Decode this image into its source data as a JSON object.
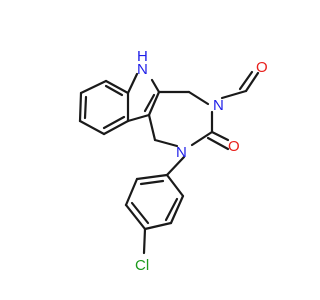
{
  "molecule": {
    "atoms": {
      "nh": {
        "text": "N",
        "sub": "H",
        "color": "#1f1fe8"
      },
      "n1": {
        "text": "N",
        "color": "#1f1fe8"
      },
      "n3": {
        "text": "N",
        "color": "#1f1fe8"
      },
      "o_carbonyl": {
        "text": "O",
        "color": "#e8201c"
      },
      "o_formyl": {
        "text": "O",
        "color": "#e8201c"
      },
      "cl": {
        "text": "Cl",
        "color": "#1c9a1c"
      }
    },
    "bond_color": "#1a1a1a"
  }
}
